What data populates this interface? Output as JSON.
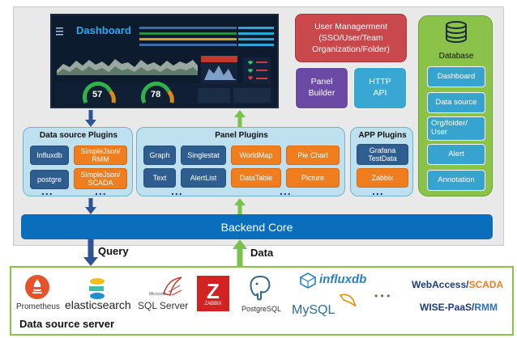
{
  "dashboard": {
    "title": "Dashboard",
    "gauge_left": "57",
    "gauge_right": "78"
  },
  "user_management": {
    "label": "User Managerment\n(SSO/User/Team\nOrganization/Folder)"
  },
  "panel_builder": {
    "label": "Panel\nBuilder"
  },
  "http_api": {
    "label": "HTTP\nAPI"
  },
  "database": {
    "title": "Database",
    "items": [
      "Dashboard",
      "Data source",
      "Org/folder/\nUser",
      "Alert",
      "Annotation"
    ]
  },
  "data_source_plugins": {
    "title": "Data source Plugins",
    "blue_items": [
      "Influxdb",
      "postgre"
    ],
    "orange_items": [
      "SimpleJson/\nRMM",
      "SimpleJson/\nSCADA"
    ],
    "dots": "..."
  },
  "panel_plugins": {
    "title": "Panel Plugins",
    "blue_items": [
      "Graph",
      "Singlestat",
      "Text",
      "AlertList"
    ],
    "orange_items": [
      "WorldMap",
      "Pie Chart",
      "DataTable",
      "Picture"
    ],
    "dots": "..."
  },
  "app_plugins": {
    "title": "APP Plugins",
    "blue_items": [
      "Grafana\nTestData"
    ],
    "orange_items": [
      "Zabbix"
    ],
    "dots": "..."
  },
  "backend_core": {
    "label": "Backend Core"
  },
  "arrows": {
    "query": "Query",
    "data": "Data"
  },
  "data_source_server": {
    "title": "Data source server",
    "logos": {
      "prometheus": "Prometheus",
      "elasticsearch": "elasticsearch",
      "sqlserver_small": "Microsoft",
      "sqlserver": "SQL Server",
      "zabbix_letter": "Z",
      "zabbix": "ZABBIX",
      "postgresql": "PostgreSQL",
      "influxdb": "influxdb",
      "mysql": "MySQL",
      "dots": "• • •",
      "webaccess_a": "WebAccess/",
      "webaccess_b": "SCADA",
      "wise_a": "WISE-PaaS/",
      "wise_b": "RMM"
    }
  },
  "colors": {
    "blue_chip": "#2e5d8f",
    "orange_chip": "#f07d1e",
    "backend": "#0a6ebd",
    "database_group": "#8bc34a",
    "user_mgmt": "#c9484b",
    "panel_builder": "#6a4aa5",
    "http_api": "#39a7d4",
    "arrow_down": "#2f5496",
    "arrow_up": "#79c24b"
  }
}
